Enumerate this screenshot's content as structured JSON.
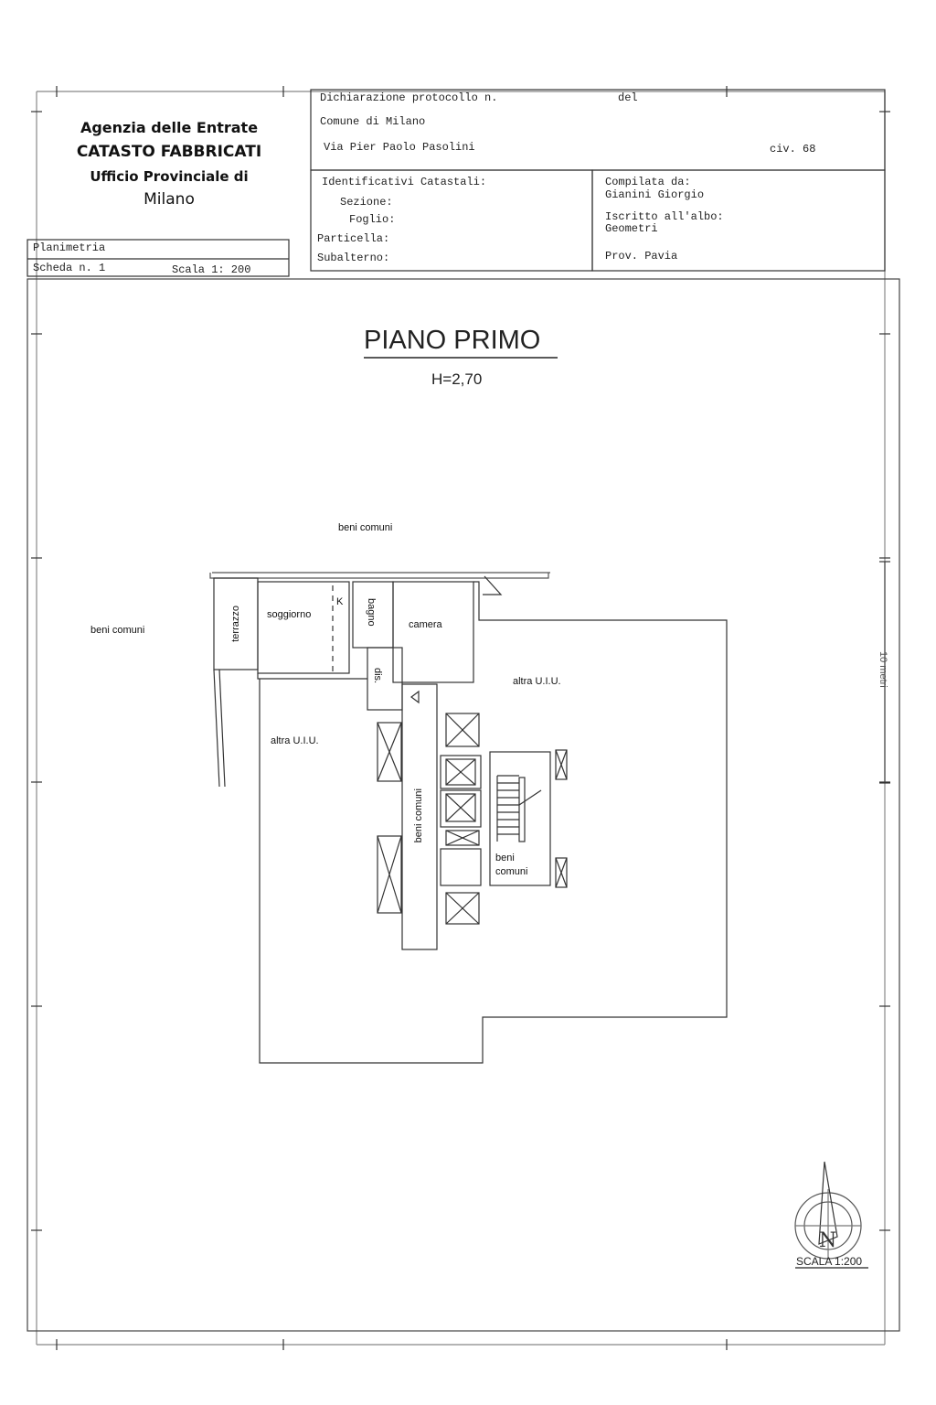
{
  "header": {
    "agency_line1": "Agenzia delle Entrate",
    "agency_line2": "CATASTO FABBRICATI",
    "agency_line3": "Ufficio Provinciale di",
    "agency_line4": "Milano",
    "protocol_label": "Dichiarazione protocollo n.",
    "del_label": "del",
    "comune": "Comune di Milano",
    "address": "Via Pier Paolo Pasolini",
    "civ": "civ. 68",
    "identificativi_label": "Identificativi Catastali:",
    "sezione_label": "Sezione:",
    "foglio_label": "Foglio:",
    "particella_label": "Particella:",
    "subalterno_label": "Subalterno:",
    "compilata_label": "Compilata da:",
    "compilata_name": "Gianini Giorgio",
    "iscritto_label": "Iscritto all'albo:",
    "iscritto_value": "Geometri",
    "prov": "Prov. Pavia",
    "planimetria_label": "Planimetria",
    "scheda": "Scheda n. 1",
    "scala": "Scala 1: 200"
  },
  "plan": {
    "title": "PIANO PRIMO",
    "height": "H=2,70",
    "labels": {
      "beni_comuni_top": "beni comuni",
      "beni_comuni_left": "beni comuni",
      "terrazzo": "terrazzo",
      "soggiorno": "soggiorno",
      "k": "K",
      "bagno": "bagno",
      "camera": "camera",
      "disimpegno": "dis.",
      "altra_uiu_right": "altra U.I.U.",
      "altra_uiu_left": "altra U.I.U.",
      "beni_comuni_corridor": "beni comuni",
      "beni_comuni_stair_1": "beni",
      "beni_comuni_stair_2": "comuni",
      "scale_bar_label": "10 metri"
    },
    "scale_label": "SCALA 1:200"
  }
}
